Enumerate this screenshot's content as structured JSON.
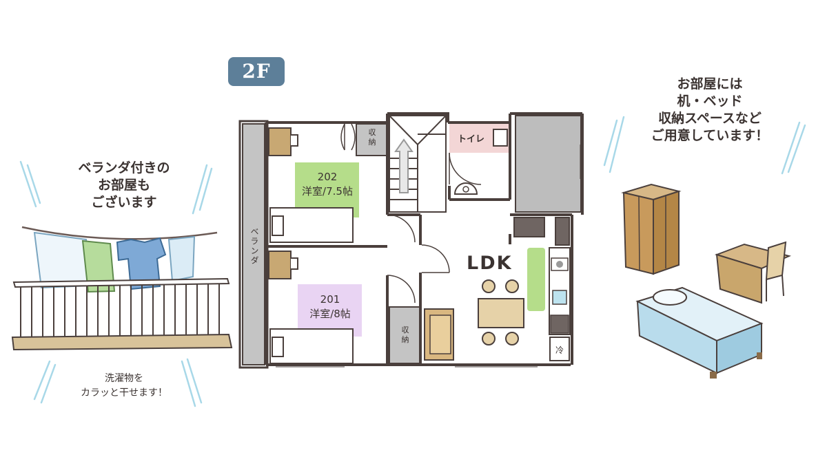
{
  "floor_badge": "2F",
  "left_caption": "ベランダ付きの\nお部屋も\nございます",
  "left_sub_caption": "洗濯物を\nカラッと干せます！",
  "right_caption": "お部屋には\n机・ベッド\n収納スペースなど\nご用意しています！",
  "rooms": {
    "r202": "202\n洋室/7.5帖",
    "r201": "201\n洋室/8帖",
    "ldk": "LDK",
    "storage_top": "収\n納",
    "storage_bottom": "収\n納",
    "toilet": "トイレ",
    "veranda": "ベランダ",
    "fridge": "冷"
  },
  "colors": {
    "wall": "#4a3f3c",
    "badge": "#5d7f99",
    "room_202_mat": "#b5dd8a",
    "room_201_mat": "#e9d4f3",
    "toilet_bg": "#f3d6d6",
    "gray_area": "#bdbdbd",
    "wood": "#c8a873",
    "sky": "#a8d8e8"
  }
}
